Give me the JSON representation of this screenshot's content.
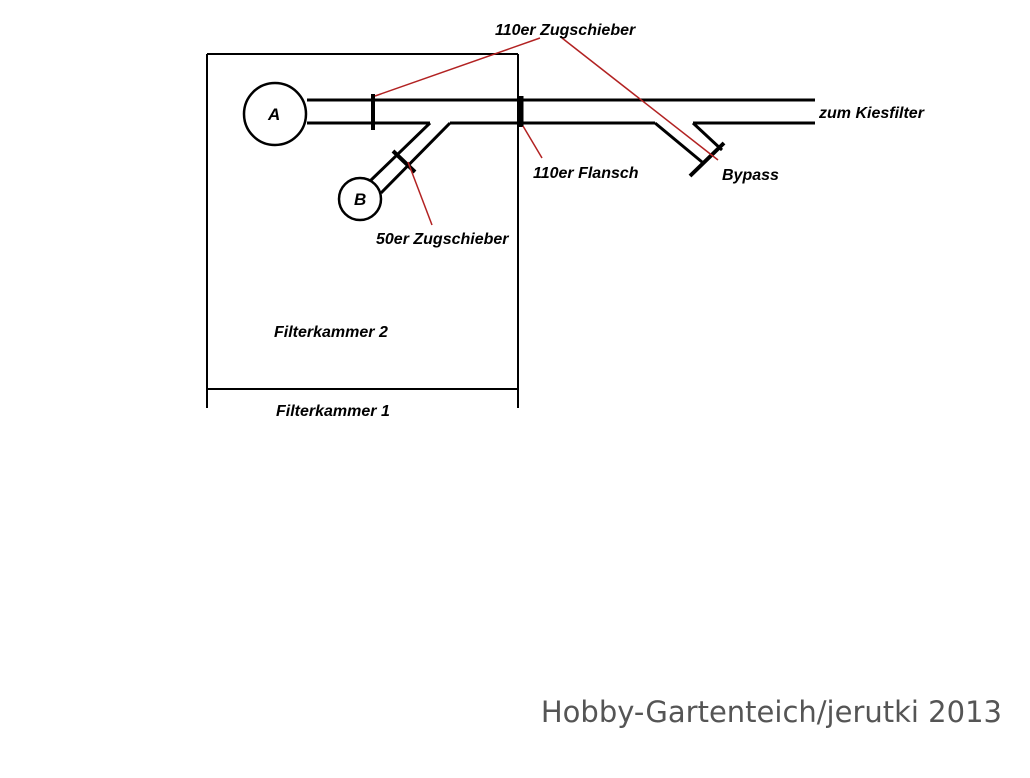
{
  "labels": {
    "valve_110_top": "110er Zugschieber",
    "to_gravel_filter": "zum Kiesfilter",
    "flange_110": "110er Flansch",
    "bypass": "Bypass",
    "valve_50": "50er Zugschieber",
    "chamber_2": "Filterkammer 2",
    "chamber_1": "Filterkammer 1",
    "outlet_a": "A",
    "outlet_b": "B"
  },
  "credit": "Hobby-Gartenteich/jerutki 2013",
  "colors": {
    "line": "#000000",
    "leader": "#b22222",
    "credit": "#555555",
    "background": "#ffffff"
  }
}
